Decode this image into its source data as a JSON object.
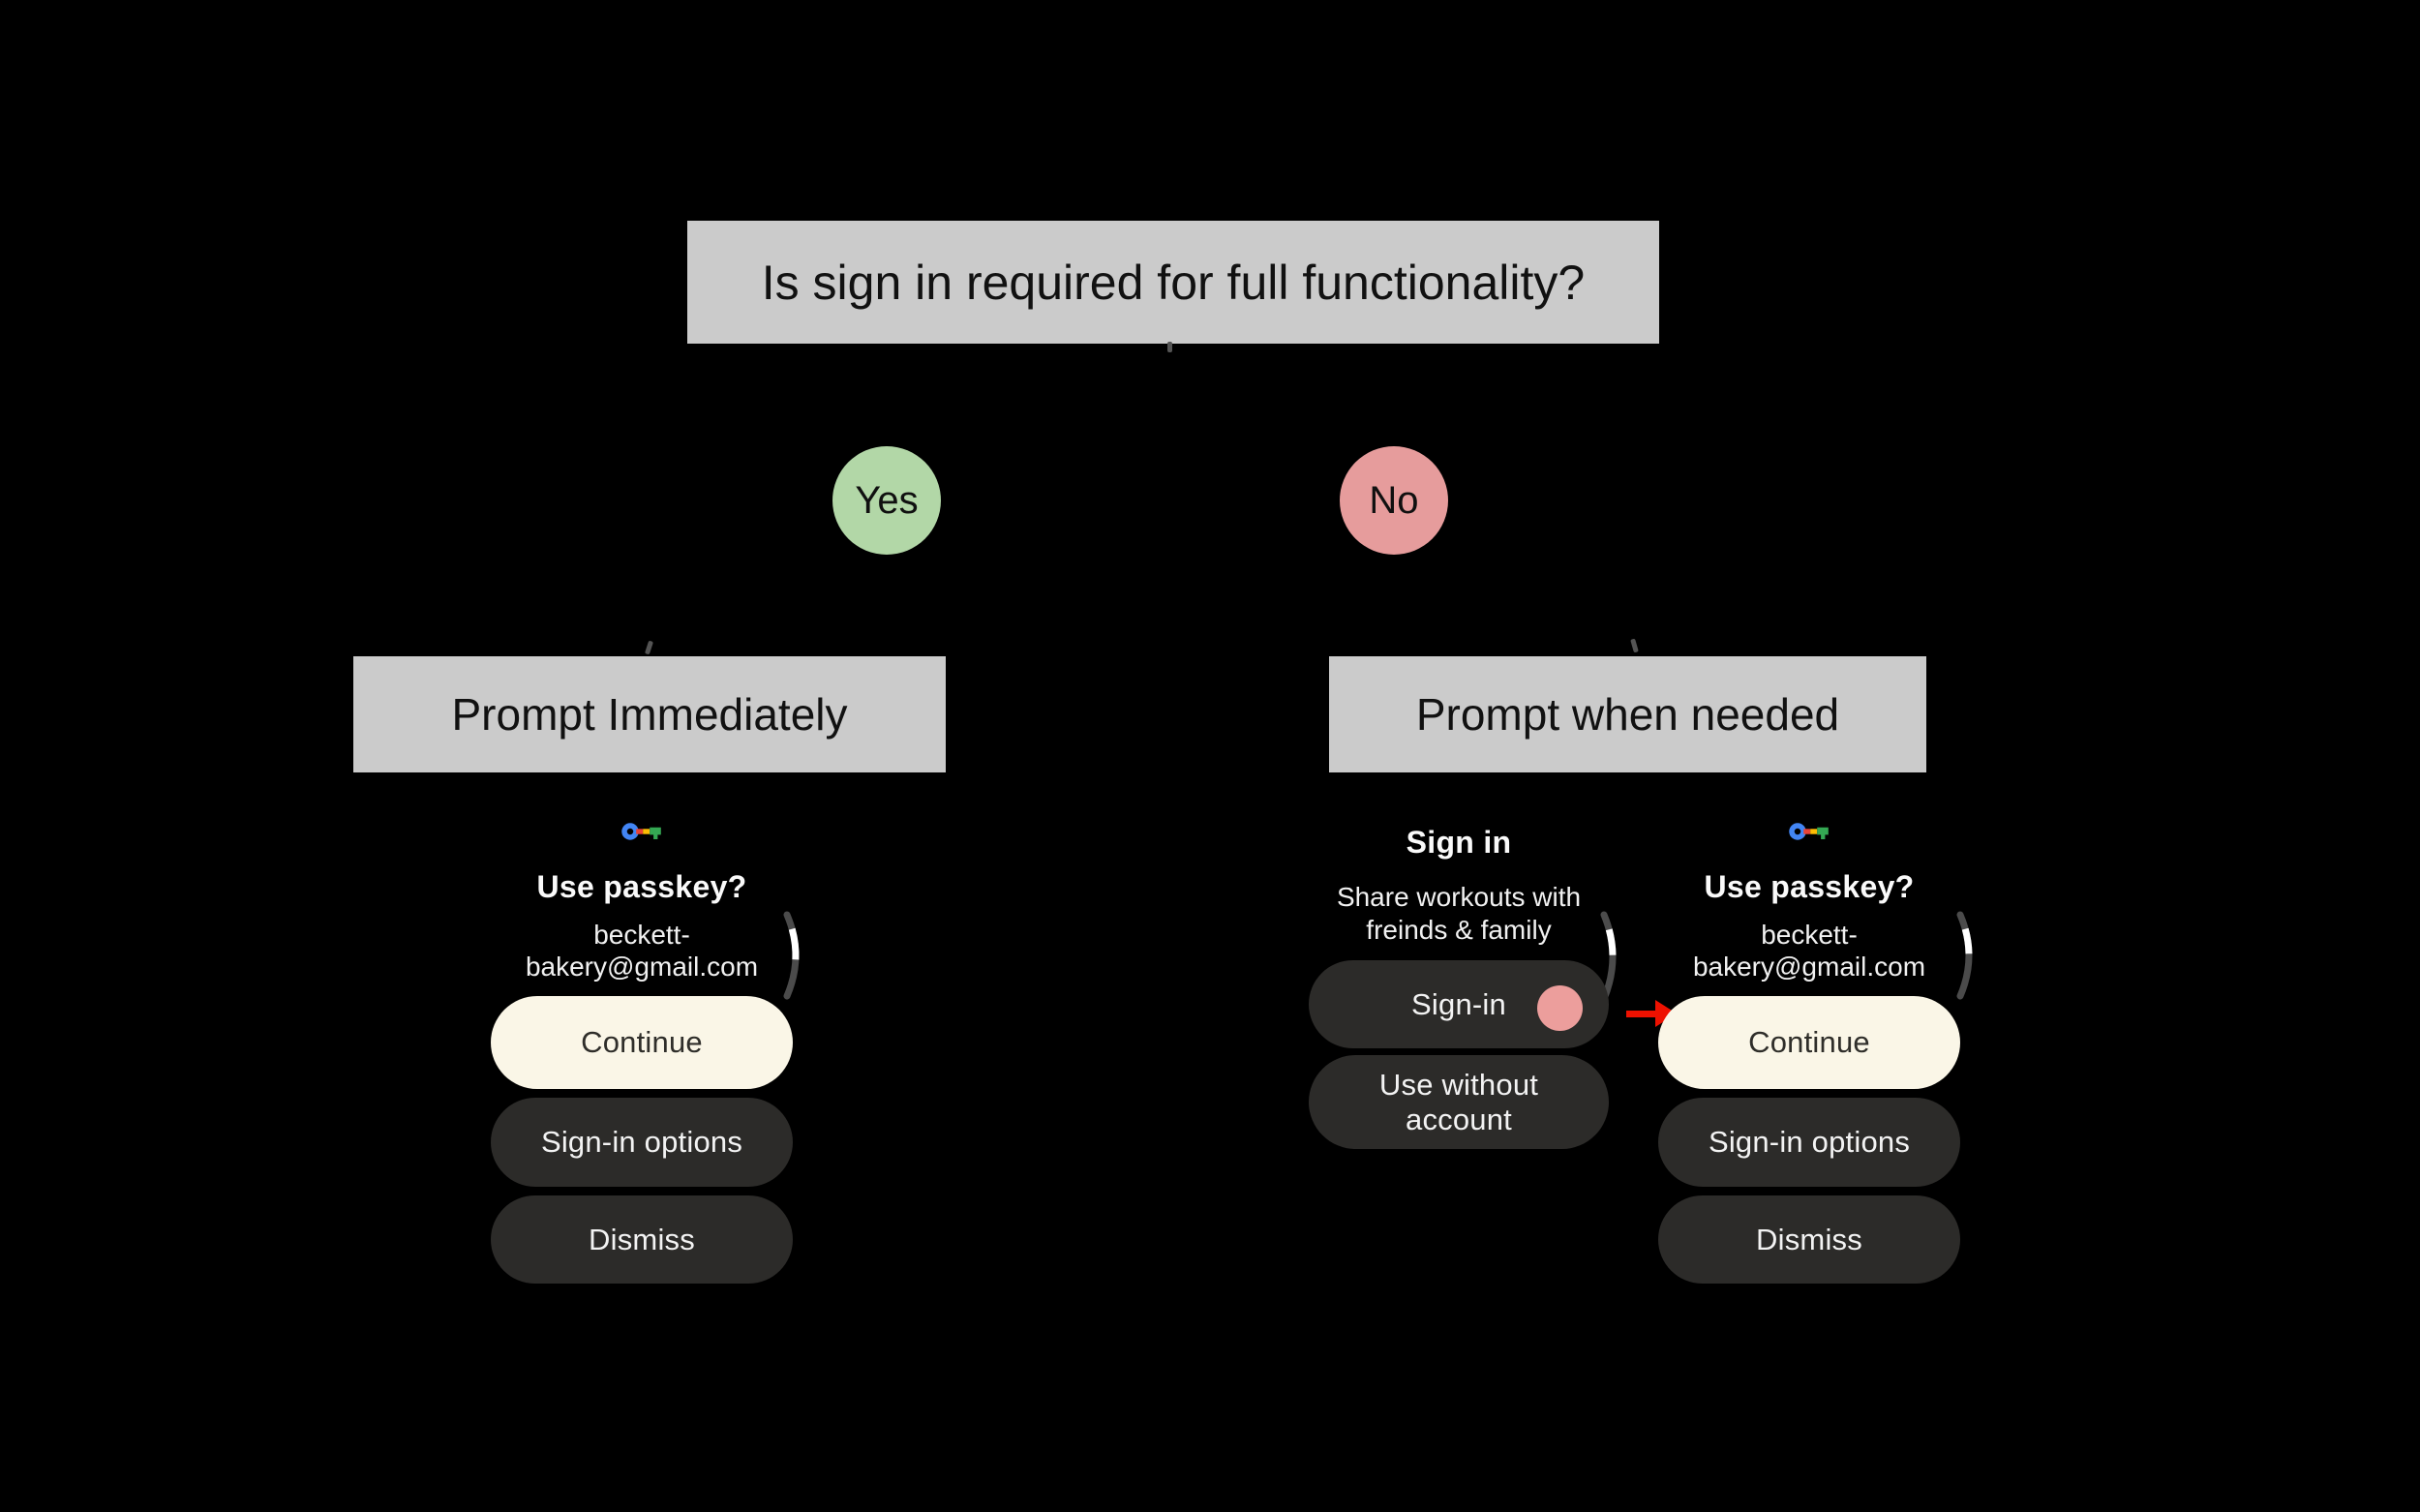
{
  "flowchart": {
    "title": "Is sign in required for full functionality?",
    "yes": {
      "label": "Yes",
      "outcome": "Prompt Immediately"
    },
    "no": {
      "label": "No",
      "outcome": "Prompt when needed"
    }
  },
  "passkey_dialog": {
    "icon": "google-passkey-key-icon",
    "title": "Use passkey?",
    "email_line1": "beckett-",
    "email_line2": "bakery@gmail.com",
    "continue_label": "Continue",
    "sign_in_options_label": "Sign-in options",
    "dismiss_label": "Dismiss"
  },
  "sign_in_screen": {
    "title": "Sign in",
    "subtitle_line1": "Share workouts with",
    "subtitle_line2": "freinds & family",
    "sign_in_label": "Sign-in",
    "use_without_account_line1": "Use without",
    "use_without_account_line2": "account",
    "tap_indicator": "pink-tap-dot",
    "arrow_icon": "red-arrow-right-icon"
  },
  "colors": {
    "background": "#000000",
    "flow_box_bg": "#cbcbcb",
    "flow_text": "#111111",
    "yes_circle": "#b2d7a7",
    "no_circle": "#e69c9c",
    "primary_button_bg": "#faf6e7",
    "primary_button_text": "#2f2e2a",
    "secondary_button_bg": "#2c2b29",
    "secondary_button_text": "#f3f3f3",
    "tap_indicator": "#ec9e9c",
    "arrow": "#ee1100",
    "scrollbar_track": "#4b4b4b",
    "scrollbar_thumb": "#ffffff",
    "key_blue": "#4285F4",
    "key_red": "#EA4335",
    "key_yellow": "#FBBC04",
    "key_green": "#34A853"
  }
}
